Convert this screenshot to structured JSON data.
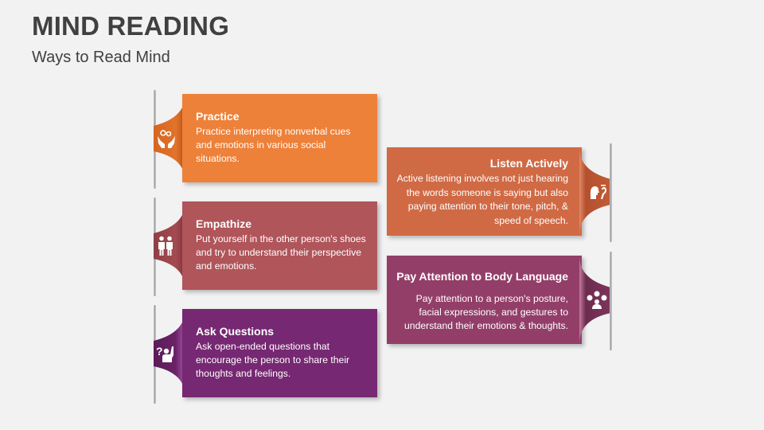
{
  "header": {
    "title": "MIND READING",
    "subtitle": "Ways to Read Mind"
  },
  "items": [
    {
      "title": "Practice",
      "description": "Practice interpreting nonverbal cues and emotions in various social situations.",
      "icon": "hands-gears-icon",
      "color": "#ED8139",
      "side": "left"
    },
    {
      "title": "Empathize",
      "description": "Put yourself in the other person's shoes and try to understand their perspective and emotions.",
      "icon": "two-people-icon",
      "color": "#B0555A",
      "side": "left"
    },
    {
      "title": "Ask Questions",
      "description": "Ask open-ended questions that encourage the person to share their thoughts and feelings.",
      "icon": "raise-hand-question-icon",
      "color": "#762872",
      "side": "left"
    },
    {
      "title": "Listen Actively",
      "description": "Active listening involves not just hearing the words someone is saying but also paying attention to their tone, pitch, & speed of speech.",
      "icon": "speak-listen-icon",
      "color": "#D06A45",
      "side": "right"
    },
    {
      "title": "Pay Attention to Body Language",
      "description": "Pay attention to a person's posture, facial expressions, and gestures to understand their emotions & thoughts.",
      "icon": "person-signals-icon",
      "color": "#933E69",
      "side": "right"
    }
  ]
}
